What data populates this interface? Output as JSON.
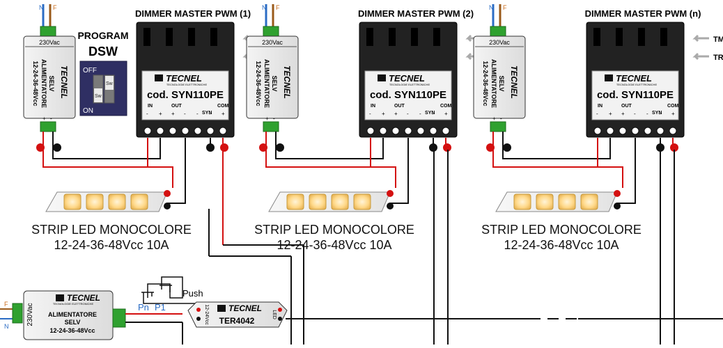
{
  "dimmers": [
    {
      "title": "DIMMER MASTER PWM (1)"
    },
    {
      "title": "DIMMER MASTER PWM (2)"
    },
    {
      "title": "DIMMER MASTER PWM (n)"
    }
  ],
  "dimmer_panel": {
    "brand": "TECNEL",
    "brand_sub": "TECNOLOGIE ELETTRONICHE",
    "code": "cod. SYN110PE",
    "in_label": "IN",
    "out_label": "OUT",
    "com_label": "COM",
    "syn_label": "SYN",
    "minus": "-",
    "plus": "+"
  },
  "signals": {
    "tm": "TM",
    "tr": "TR"
  },
  "psu": {
    "ac_label": "230Vac",
    "n_label": "N",
    "f_label": "F",
    "line1": "ALIMENTATORE",
    "line2": "SELV",
    "line3": "12-24-36-48Vcc",
    "brand": "TECNEL"
  },
  "program": {
    "title": "PROGRAM",
    "subtitle": "DSW",
    "off": "OFF",
    "on": "ON",
    "sw": "Sw"
  },
  "strips": [
    {
      "line1": "STRIP LED MONOCOLORE",
      "line2": "12-24-36-48Vcc 10A"
    },
    {
      "line1": "STRIP LED MONOCOLORE",
      "line2": "12-24-36-48Vcc 10A"
    },
    {
      "line1": "STRIP LED MONOCOLORE",
      "line2": "12-24-36-48Vcc 10A"
    }
  ],
  "bottom_psu": {
    "brand": "TECNEL",
    "brand_sub": "TECNOLOGIE ELETTRONICHE",
    "line1": "ALIMENTATORE",
    "line2": "SELV",
    "line3": "12-24-36-48Vcc",
    "ac_label": "230Vac",
    "f_label": "F",
    "n_label": "N"
  },
  "push": {
    "label": "Push",
    "pn": "Pn",
    "p1": "P1"
  },
  "ter": {
    "brand": "TECNEL",
    "code": "TER4042",
    "vin": "12-24Vcc",
    "led": "LED"
  },
  "colors": {
    "wire_red": "#d41010",
    "wire_black": "#111111",
    "blue_wire": "#2b6cc4",
    "brown_wire": "#9a5a1a",
    "green_term": "#2fa12f"
  }
}
